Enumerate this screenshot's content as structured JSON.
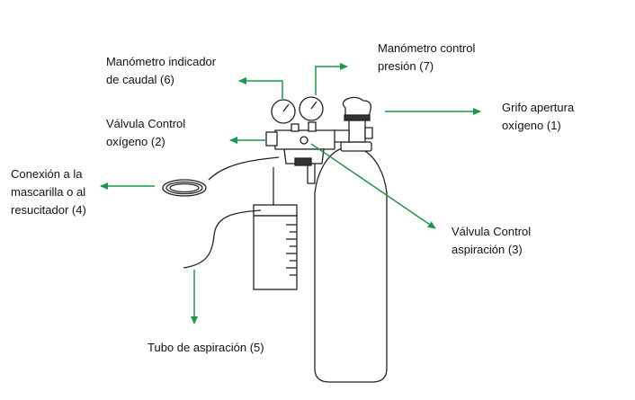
{
  "labels": {
    "grifo": {
      "line1": "Grifo apertura",
      "line2": "oxígeno (1)"
    },
    "valvula_oxigeno": {
      "line1": "Válvula Control",
      "line2": "oxígeno (2)"
    },
    "valvula_aspiracion": {
      "line1": "Válvula Control",
      "line2": "aspiración (3)"
    },
    "conexion": {
      "line1": "Conexión a la",
      "line2": "mascarilla o al",
      "line3": "resucitador (4)"
    },
    "tubo": {
      "line1": "Tubo de aspiración (5)"
    },
    "manometro_caudal": {
      "line1": "Manómetro indicador",
      "line2": "de caudal (6)"
    },
    "manometro_presion": {
      "line1": "Manómetro control",
      "line2": "presión (7)"
    }
  },
  "colors": {
    "arrow": "#1a9a46",
    "drawing": "#222222"
  }
}
